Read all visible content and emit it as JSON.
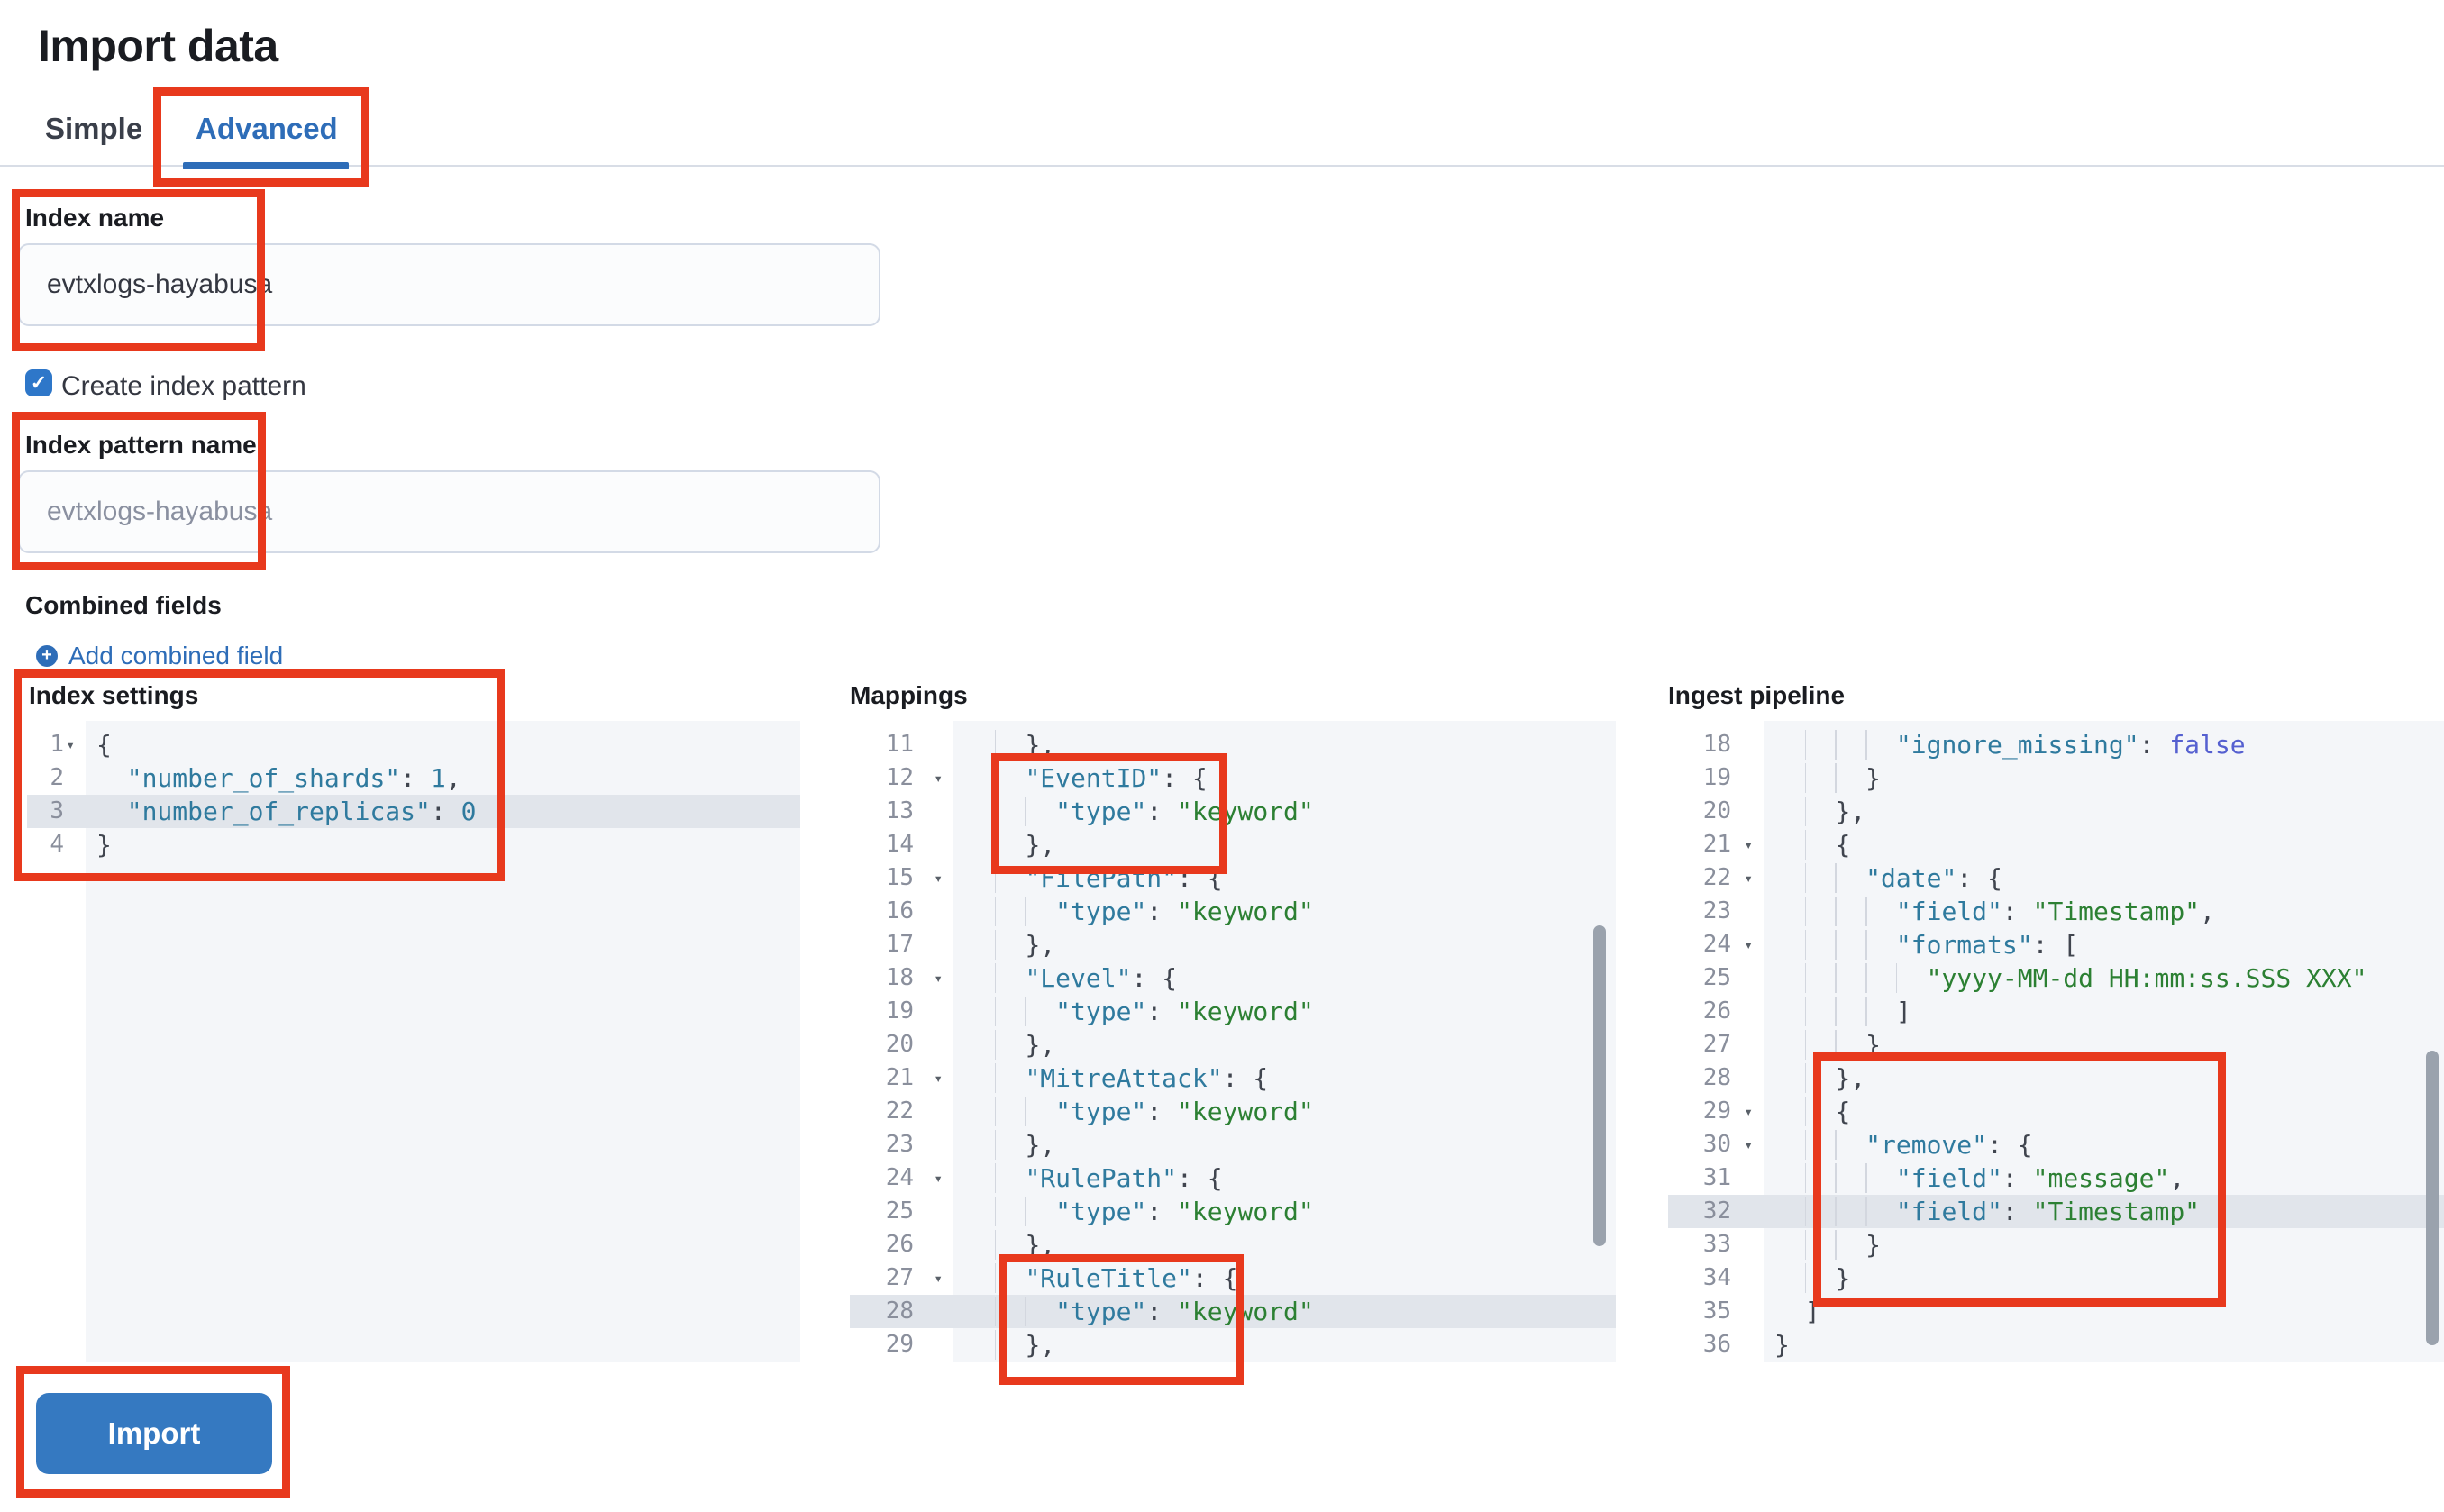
{
  "page": {
    "title": "Import data"
  },
  "tabs": {
    "simple": "Simple",
    "advanced": "Advanced"
  },
  "form": {
    "index_name": {
      "label": "Index name",
      "value": "evtxlogs-hayabusa"
    },
    "create_index_pattern": {
      "label": "Create index pattern",
      "checked": true,
      "checkmark_glyph": "✓"
    },
    "index_pattern_name": {
      "label": "Index pattern name",
      "placeholder": "evtxlogs-hayabusa"
    },
    "combined_fields": {
      "label": "Combined fields",
      "add_label": "Add combined field",
      "plus_glyph": "+"
    }
  },
  "import_button": {
    "label": "Import"
  },
  "colors": {
    "accent_blue": "#2e6db8",
    "button_blue": "#3579c1",
    "checkbox_blue": "#2e77c9",
    "annotation_red": "#e8391d",
    "code_key": "#2f7a9e",
    "code_string": "#2c8033",
    "code_number": "#2f7a9e",
    "code_boolean": "#5560d0",
    "editor_bg": "#f4f6f9",
    "active_line_bg": "#e1e5eb"
  },
  "editors": [
    {
      "label": "Index settings",
      "fold_glyph": "▾",
      "lines": [
        {
          "n": 1,
          "fold": true,
          "hl": false,
          "indent": 0,
          "guides": [],
          "tokens": [
            [
              "plain",
              "{"
            ]
          ]
        },
        {
          "n": 2,
          "fold": false,
          "hl": false,
          "indent": 2,
          "guides": [],
          "tokens": [
            [
              "key",
              "\"number_of_shards\""
            ],
            [
              "plain",
              ": "
            ],
            [
              "num",
              "1"
            ],
            [
              "plain",
              ","
            ]
          ]
        },
        {
          "n": 3,
          "fold": false,
          "hl": true,
          "indent": 2,
          "guides": [],
          "tokens": [
            [
              "key",
              "\"number_of_replicas\""
            ],
            [
              "plain",
              ": "
            ],
            [
              "num",
              "0"
            ]
          ]
        },
        {
          "n": 4,
          "fold": false,
          "hl": false,
          "indent": 0,
          "guides": [],
          "tokens": [
            [
              "plain",
              "}"
            ]
          ]
        }
      ]
    },
    {
      "label": "Mappings",
      "fold_glyph": "▾",
      "lines": [
        {
          "n": 11,
          "fold": false,
          "hl": false,
          "indent": 4,
          "guides": [
            2
          ],
          "tokens": [
            [
              "plain",
              "},"
            ]
          ]
        },
        {
          "n": 12,
          "fold": true,
          "hl": false,
          "indent": 4,
          "guides": [
            2
          ],
          "tokens": [
            [
              "key",
              "\"EventID\""
            ],
            [
              "plain",
              ": {"
            ]
          ]
        },
        {
          "n": 13,
          "fold": false,
          "hl": false,
          "indent": 6,
          "guides": [
            2,
            4
          ],
          "tokens": [
            [
              "key",
              "\"type\""
            ],
            [
              "plain",
              ": "
            ],
            [
              "str",
              "\"keyword\""
            ]
          ]
        },
        {
          "n": 14,
          "fold": false,
          "hl": false,
          "indent": 4,
          "guides": [
            2
          ],
          "tokens": [
            [
              "plain",
              "},"
            ]
          ]
        },
        {
          "n": 15,
          "fold": true,
          "hl": false,
          "indent": 4,
          "guides": [
            2
          ],
          "tokens": [
            [
              "key",
              "\"FilePath\""
            ],
            [
              "plain",
              ": {"
            ]
          ]
        },
        {
          "n": 16,
          "fold": false,
          "hl": false,
          "indent": 6,
          "guides": [
            2,
            4
          ],
          "tokens": [
            [
              "key",
              "\"type\""
            ],
            [
              "plain",
              ": "
            ],
            [
              "str",
              "\"keyword\""
            ]
          ]
        },
        {
          "n": 17,
          "fold": false,
          "hl": false,
          "indent": 4,
          "guides": [
            2
          ],
          "tokens": [
            [
              "plain",
              "},"
            ]
          ]
        },
        {
          "n": 18,
          "fold": true,
          "hl": false,
          "indent": 4,
          "guides": [
            2
          ],
          "tokens": [
            [
              "key",
              "\"Level\""
            ],
            [
              "plain",
              ": {"
            ]
          ]
        },
        {
          "n": 19,
          "fold": false,
          "hl": false,
          "indent": 6,
          "guides": [
            2,
            4
          ],
          "tokens": [
            [
              "key",
              "\"type\""
            ],
            [
              "plain",
              ": "
            ],
            [
              "str",
              "\"keyword\""
            ]
          ]
        },
        {
          "n": 20,
          "fold": false,
          "hl": false,
          "indent": 4,
          "guides": [
            2
          ],
          "tokens": [
            [
              "plain",
              "},"
            ]
          ]
        },
        {
          "n": 21,
          "fold": true,
          "hl": false,
          "indent": 4,
          "guides": [
            2
          ],
          "tokens": [
            [
              "key",
              "\"MitreAttack\""
            ],
            [
              "plain",
              ": {"
            ]
          ]
        },
        {
          "n": 22,
          "fold": false,
          "hl": false,
          "indent": 6,
          "guides": [
            2,
            4
          ],
          "tokens": [
            [
              "key",
              "\"type\""
            ],
            [
              "plain",
              ": "
            ],
            [
              "str",
              "\"keyword\""
            ]
          ]
        },
        {
          "n": 23,
          "fold": false,
          "hl": false,
          "indent": 4,
          "guides": [
            2
          ],
          "tokens": [
            [
              "plain",
              "},"
            ]
          ]
        },
        {
          "n": 24,
          "fold": true,
          "hl": false,
          "indent": 4,
          "guides": [
            2
          ],
          "tokens": [
            [
              "key",
              "\"RulePath\""
            ],
            [
              "plain",
              ": {"
            ]
          ]
        },
        {
          "n": 25,
          "fold": false,
          "hl": false,
          "indent": 6,
          "guides": [
            2,
            4
          ],
          "tokens": [
            [
              "key",
              "\"type\""
            ],
            [
              "plain",
              ": "
            ],
            [
              "str",
              "\"keyword\""
            ]
          ]
        },
        {
          "n": 26,
          "fold": false,
          "hl": false,
          "indent": 4,
          "guides": [
            2
          ],
          "tokens": [
            [
              "plain",
              "},"
            ]
          ]
        },
        {
          "n": 27,
          "fold": true,
          "hl": false,
          "indent": 4,
          "guides": [
            2
          ],
          "tokens": [
            [
              "key",
              "\"RuleTitle\""
            ],
            [
              "plain",
              ": {"
            ]
          ]
        },
        {
          "n": 28,
          "fold": false,
          "hl": true,
          "indent": 6,
          "guides": [
            2,
            4
          ],
          "tokens": [
            [
              "key",
              "\"type\""
            ],
            [
              "plain",
              ": "
            ],
            [
              "str",
              "\"keyword\""
            ]
          ]
        },
        {
          "n": 29,
          "fold": false,
          "hl": false,
          "indent": 4,
          "guides": [
            2
          ],
          "tokens": [
            [
              "plain",
              "},"
            ]
          ]
        }
      ]
    },
    {
      "label": "Ingest pipeline",
      "fold_glyph": "▾",
      "lines": [
        {
          "n": 18,
          "fold": false,
          "hl": false,
          "indent": 8,
          "guides": [
            2,
            4,
            6
          ],
          "tokens": [
            [
              "key",
              "\"ignore_missing\""
            ],
            [
              "plain",
              ": "
            ],
            [
              "bool",
              "false"
            ]
          ]
        },
        {
          "n": 19,
          "fold": false,
          "hl": false,
          "indent": 6,
          "guides": [
            2,
            4
          ],
          "tokens": [
            [
              "plain",
              "}"
            ]
          ]
        },
        {
          "n": 20,
          "fold": false,
          "hl": false,
          "indent": 4,
          "guides": [
            2
          ],
          "tokens": [
            [
              "plain",
              "},"
            ]
          ]
        },
        {
          "n": 21,
          "fold": true,
          "hl": false,
          "indent": 4,
          "guides": [
            2
          ],
          "tokens": [
            [
              "plain",
              "{"
            ]
          ]
        },
        {
          "n": 22,
          "fold": true,
          "hl": false,
          "indent": 6,
          "guides": [
            2,
            4
          ],
          "tokens": [
            [
              "key",
              "\"date\""
            ],
            [
              "plain",
              ": {"
            ]
          ]
        },
        {
          "n": 23,
          "fold": false,
          "hl": false,
          "indent": 8,
          "guides": [
            2,
            4,
            6
          ],
          "tokens": [
            [
              "key",
              "\"field\""
            ],
            [
              "plain",
              ": "
            ],
            [
              "str",
              "\"Timestamp\""
            ],
            [
              "plain",
              ","
            ]
          ]
        },
        {
          "n": 24,
          "fold": true,
          "hl": false,
          "indent": 8,
          "guides": [
            2,
            4,
            6
          ],
          "tokens": [
            [
              "key",
              "\"formats\""
            ],
            [
              "plain",
              ": ["
            ]
          ]
        },
        {
          "n": 25,
          "fold": false,
          "hl": false,
          "indent": 10,
          "guides": [
            2,
            4,
            6,
            8
          ],
          "tokens": [
            [
              "str",
              "\"yyyy-MM-dd HH:mm:ss.SSS XXX\""
            ]
          ]
        },
        {
          "n": 26,
          "fold": false,
          "hl": false,
          "indent": 8,
          "guides": [
            2,
            4,
            6
          ],
          "tokens": [
            [
              "plain",
              "]"
            ]
          ]
        },
        {
          "n": 27,
          "fold": false,
          "hl": false,
          "indent": 6,
          "guides": [
            2,
            4
          ],
          "tokens": [
            [
              "plain",
              "}"
            ]
          ]
        },
        {
          "n": 28,
          "fold": false,
          "hl": false,
          "indent": 4,
          "guides": [
            2
          ],
          "tokens": [
            [
              "plain",
              "},"
            ]
          ]
        },
        {
          "n": 29,
          "fold": true,
          "hl": false,
          "indent": 4,
          "guides": [
            2
          ],
          "tokens": [
            [
              "plain",
              "{"
            ]
          ]
        },
        {
          "n": 30,
          "fold": true,
          "hl": false,
          "indent": 6,
          "guides": [
            2,
            4
          ],
          "tokens": [
            [
              "key",
              "\"remove\""
            ],
            [
              "plain",
              ": {"
            ]
          ]
        },
        {
          "n": 31,
          "fold": false,
          "hl": false,
          "indent": 8,
          "guides": [
            2,
            4,
            6
          ],
          "tokens": [
            [
              "key",
              "\"field\""
            ],
            [
              "plain",
              ": "
            ],
            [
              "str",
              "\"message\""
            ],
            [
              "plain",
              ","
            ]
          ]
        },
        {
          "n": 32,
          "fold": false,
          "hl": true,
          "indent": 8,
          "guides": [
            2,
            4,
            6
          ],
          "tokens": [
            [
              "key",
              "\"field\""
            ],
            [
              "plain",
              ": "
            ],
            [
              "str",
              "\"Timestamp\""
            ]
          ]
        },
        {
          "n": 33,
          "fold": false,
          "hl": false,
          "indent": 6,
          "guides": [
            2,
            4
          ],
          "tokens": [
            [
              "plain",
              "}"
            ]
          ]
        },
        {
          "n": 34,
          "fold": false,
          "hl": false,
          "indent": 4,
          "guides": [
            2
          ],
          "tokens": [
            [
              "plain",
              "}"
            ]
          ]
        },
        {
          "n": 35,
          "fold": false,
          "hl": false,
          "indent": 2,
          "guides": [],
          "tokens": [
            [
              "plain",
              "]"
            ]
          ]
        },
        {
          "n": 36,
          "fold": false,
          "hl": false,
          "indent": 0,
          "guides": [],
          "tokens": [
            [
              "plain",
              "}"
            ]
          ]
        }
      ]
    }
  ]
}
